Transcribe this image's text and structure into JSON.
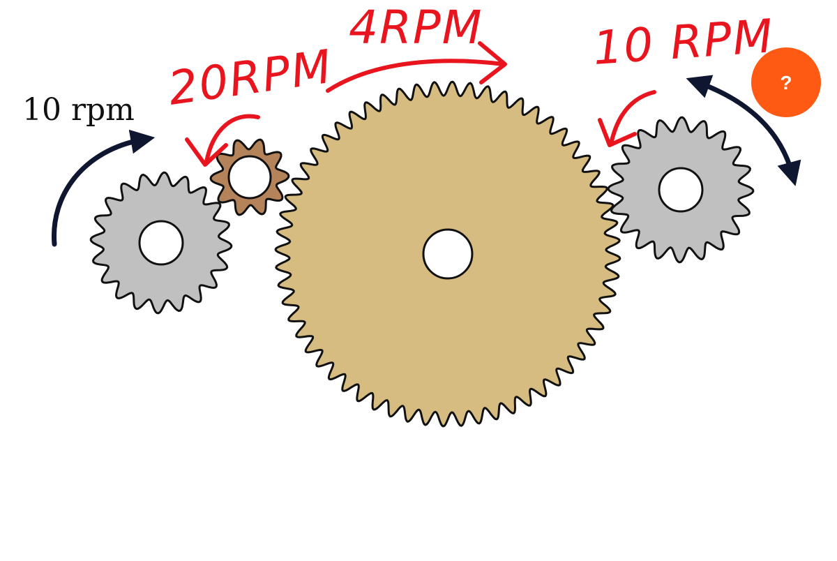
{
  "input_speed_label": "10 rpm",
  "handwritten": {
    "small_gear_rpm": "20RPM",
    "large_gear_rpm": "4RPM",
    "right_gear_rpm": "10 RPM"
  },
  "help_button": {
    "label": "?"
  },
  "gears": [
    {
      "name": "left-gear",
      "teeth": 20,
      "fill": "#c0c0c0"
    },
    {
      "name": "small-gear",
      "teeth": 10,
      "fill": "#b5835a"
    },
    {
      "name": "large-gear",
      "teeth": 60,
      "fill": "#d6bc80"
    },
    {
      "name": "right-gear",
      "teeth": 20,
      "fill": "#c0c0c0"
    }
  ],
  "colors": {
    "arrow": "#0f1630",
    "handwriting": "#e8141e",
    "help_button": "#ff5a14",
    "outline": "#111111"
  }
}
